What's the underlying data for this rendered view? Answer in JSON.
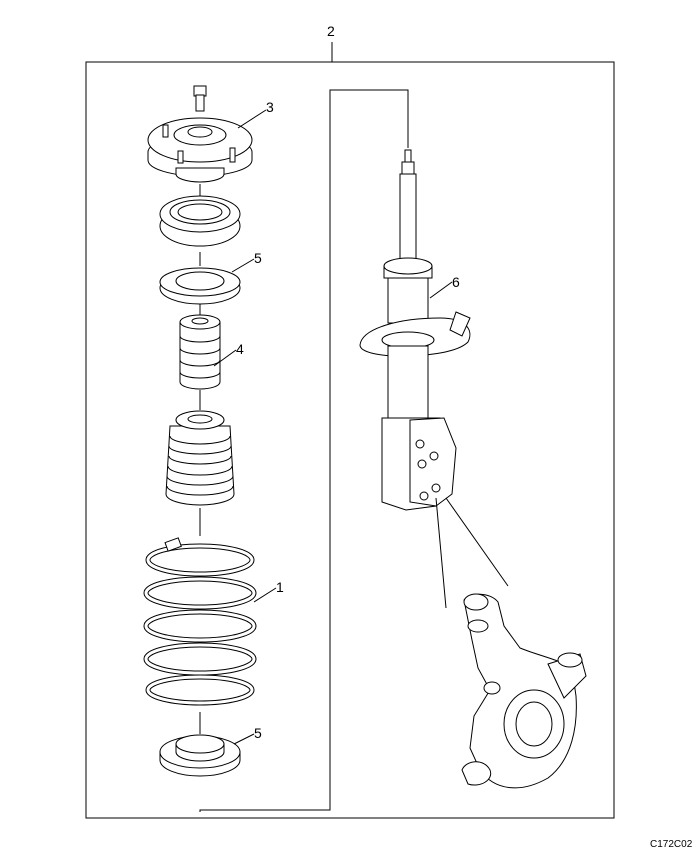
{
  "diagram": {
    "callouts": [
      {
        "id": "assembly",
        "text": "2"
      },
      {
        "id": "mount",
        "text": "3"
      },
      {
        "id": "seat-upper",
        "text": "5"
      },
      {
        "id": "bumper",
        "text": "4"
      },
      {
        "id": "strut",
        "text": "6"
      },
      {
        "id": "spring",
        "text": "1"
      },
      {
        "id": "seat-lower",
        "text": "5"
      }
    ],
    "figure_code": "C172C02"
  }
}
